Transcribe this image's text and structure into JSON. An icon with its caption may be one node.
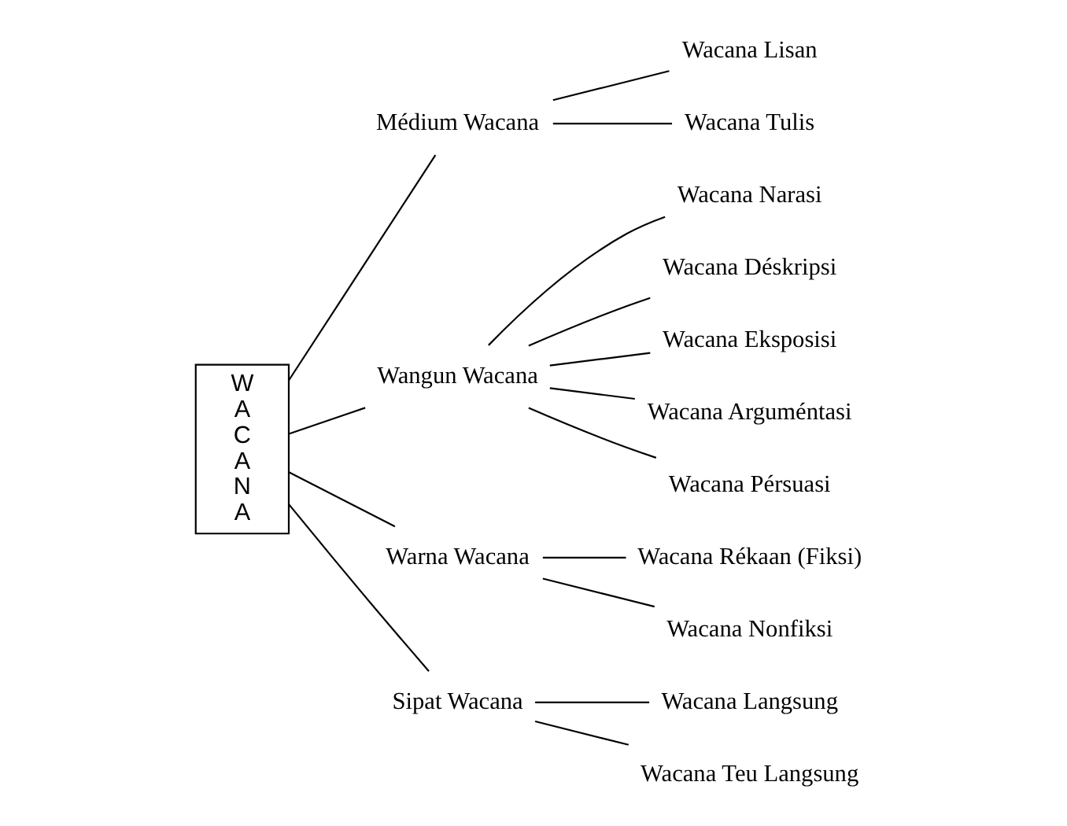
{
  "diagram": {
    "nodes": [
      {
        "text": [
          "WACANA"
        ]
      },
      {
        "text": [
          "Médium Wacana"
        ]
      },
      {
        "text": [
          "Wacana Lisan"
        ]
      },
      {
        "text": [
          "Wacana Tulis"
        ]
      },
      {
        "text": [
          "Wangun Wacana"
        ]
      },
      {
        "text": [
          "Wacana Narasi"
        ]
      },
      {
        "text": [
          "Wacana Déskripsi"
        ]
      },
      {
        "text": [
          "Wacana Eksposisi"
        ]
      },
      {
        "text": [
          "Wacana Arguméntasi"
        ]
      },
      {
        "text": [
          "Wacana Pérsuasi"
        ]
      },
      {
        "text": [
          "Warna Wacana"
        ]
      },
      {
        "text": [
          "Wacana Rékaan (Fiksi)"
        ]
      },
      {
        "text": [
          "Wacana Nonfiksi"
        ]
      },
      {
        "text": [
          "Sipat Wacana"
        ]
      },
      {
        "text": [
          "Wacana Langsung"
        ]
      },
      {
        "text": [
          "Wacana Teu Langsung"
        ]
      }
    ],
    "edges": [
      {
        "from": 0,
        "to": 1,
        "arrow": "none"
      },
      {
        "from": 0,
        "to": 4,
        "arrow": "none"
      },
      {
        "from": 0,
        "to": 10,
        "arrow": "none"
      },
      {
        "from": 0,
        "to": 13,
        "arrow": "none"
      },
      {
        "from": 1,
        "to": 2,
        "arrow": "none"
      },
      {
        "from": 1,
        "to": 3,
        "arrow": "none"
      },
      {
        "from": 4,
        "to": 5,
        "arrow": "none"
      },
      {
        "from": 4,
        "to": 6,
        "arrow": "none"
      },
      {
        "from": 4,
        "to": 7,
        "arrow": "none"
      },
      {
        "from": 4,
        "to": 8,
        "arrow": "none"
      },
      {
        "from": 4,
        "to": 9,
        "arrow": "none"
      },
      {
        "from": 10,
        "to": 11,
        "arrow": "none"
      },
      {
        "from": 10,
        "to": 12,
        "arrow": "none"
      },
      {
        "from": 13,
        "to": 14,
        "arrow": "none"
      },
      {
        "from": 13,
        "to": 15,
        "arrow": "none"
      }
    ]
  }
}
